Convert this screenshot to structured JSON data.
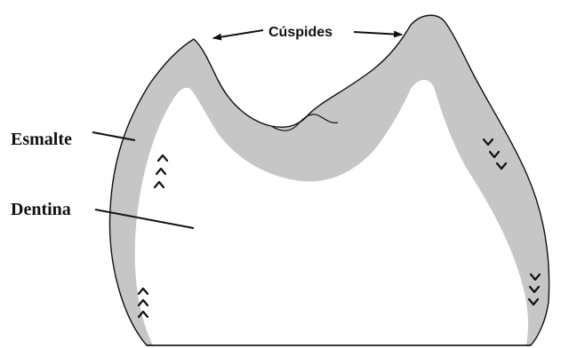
{
  "labels": {
    "cuspides": "Cúspides",
    "esmalte": "Esmalte",
    "dentina": "Dentina"
  },
  "colors": {
    "enamel_fill": "#c6c6c6",
    "outline": "#111111",
    "background": "#ffffff"
  }
}
